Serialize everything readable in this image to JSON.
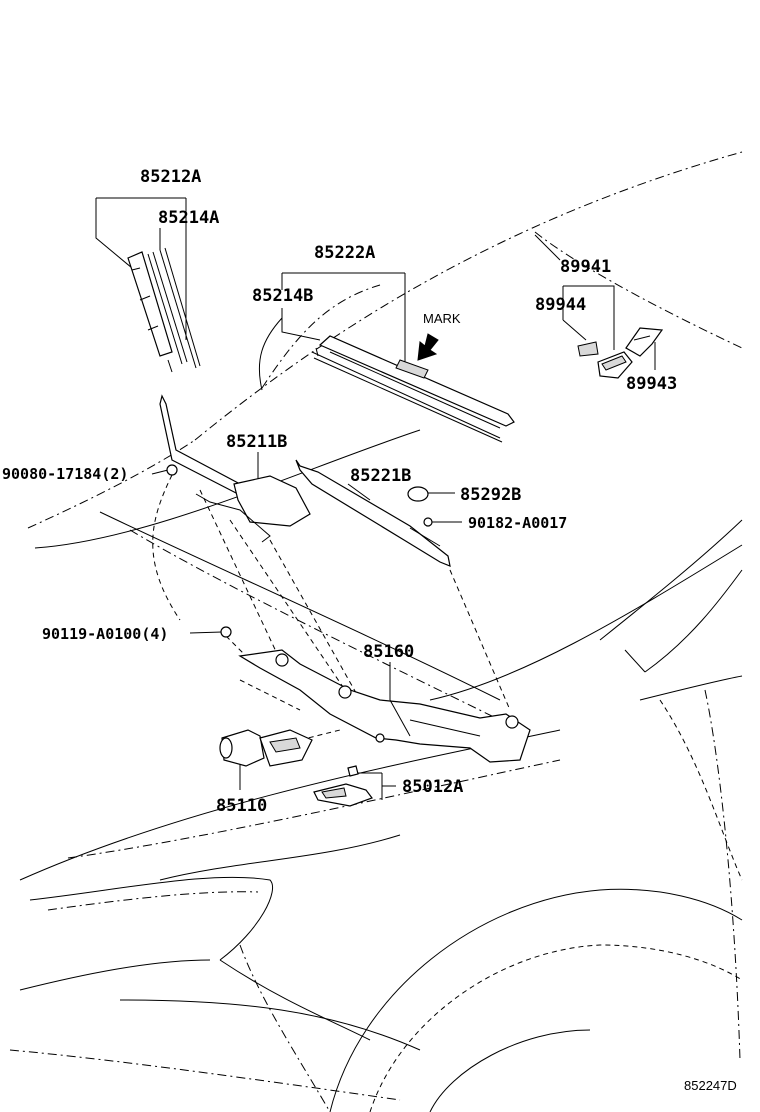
{
  "diagram_code": "852247D",
  "mark_label": "MARK",
  "parts": {
    "p85212A": "85212A",
    "p85214A": "85214A",
    "p85222A": "85222A",
    "p85214B": "85214B",
    "p89941": "89941",
    "p89944": "89944",
    "p89943": "89943",
    "p85211B": "85211B",
    "p90080": "90080-17184(2)",
    "p85221B": "85221B",
    "p85292B": "85292B",
    "p90182": "90182-A0017",
    "p90119": "90119-A0100(4)",
    "p85160": "85160",
    "p85110": "85110",
    "p85012A": "85012A"
  }
}
